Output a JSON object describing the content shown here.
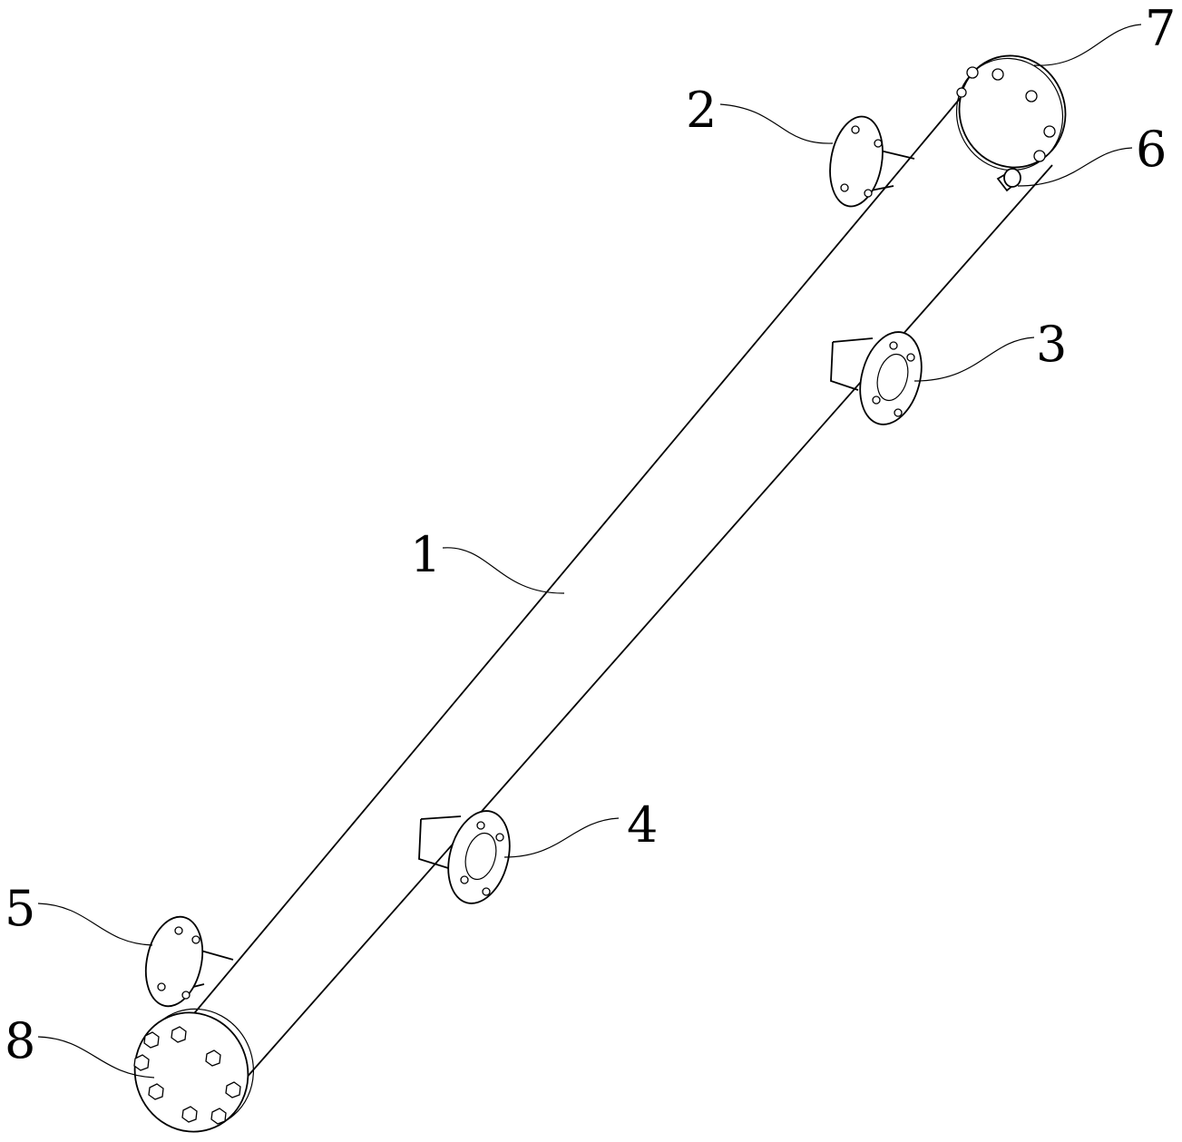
{
  "labels": {
    "1": "1",
    "2": "2",
    "3": "3",
    "4": "4",
    "5": "5",
    "6": "6",
    "7": "7",
    "8": "8"
  }
}
